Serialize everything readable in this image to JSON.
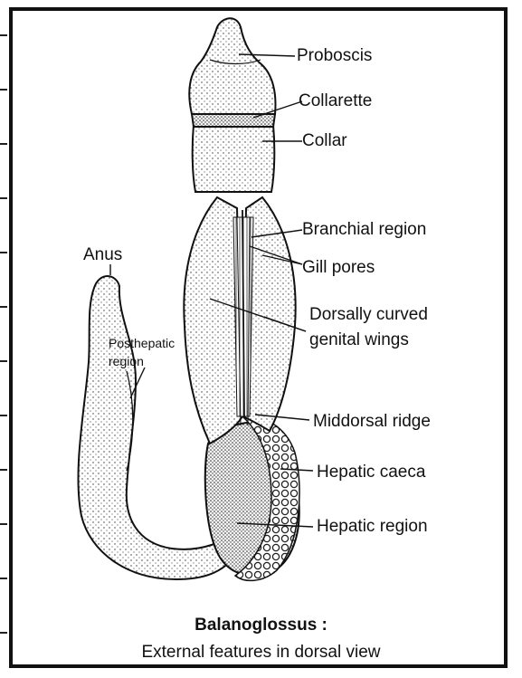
{
  "labels": {
    "proboscis": "Proboscis",
    "collarette": "Collarette",
    "collar": "Collar",
    "branchial_region": "Branchial region",
    "gill_pores": "Gill pores",
    "dorsally_curved": "Dorsally curved",
    "genital_wings": "genital wings",
    "middorsal_ridge": "Middorsal ridge",
    "hepatic_caeca": "Hepatic caeca",
    "hepatic_region": "Hepatic region",
    "anus": "Anus",
    "posthepatic_line1": "Posthepatic",
    "posthepatic_line2": "region"
  },
  "caption": {
    "title": "Balanoglossus :",
    "subtitle": "External features in dorsal view"
  }
}
